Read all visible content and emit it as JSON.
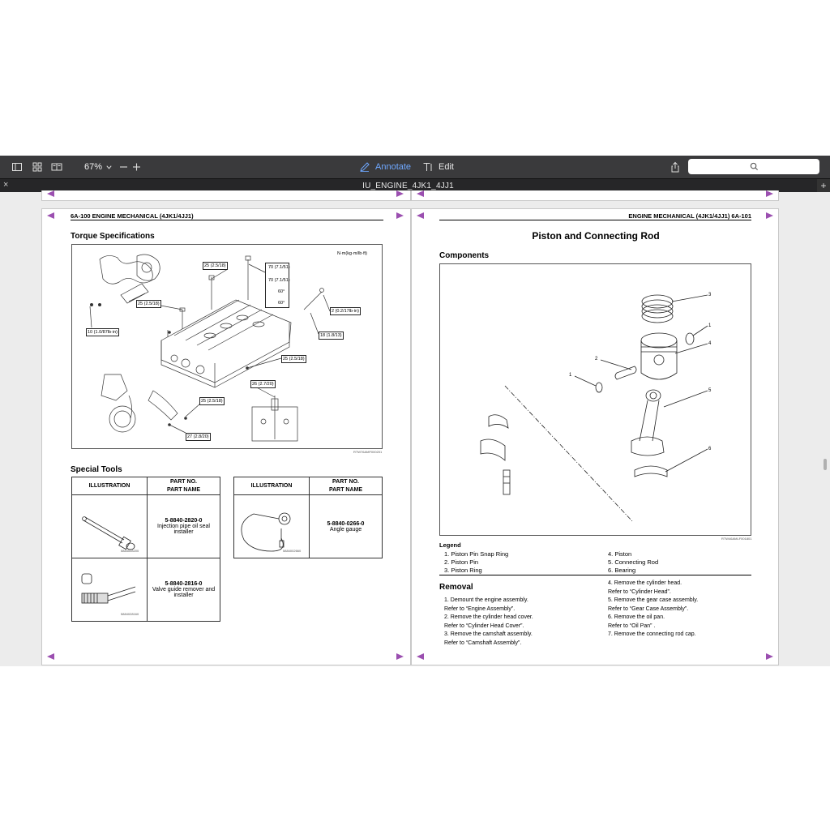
{
  "toolbar": {
    "zoom": "67%",
    "annotate_label": "Annotate",
    "edit_label": "Edit",
    "search_placeholder": ""
  },
  "tab": {
    "title": "IU_ENGINE_4JK1_4JJ1",
    "close_glyph": "×",
    "add_glyph": "+"
  },
  "left_page": {
    "header": "6A-100  ENGINE MECHANICAL (4JK1/4JJ1)",
    "torque_title": "Torque Specifications",
    "unit_label": "N·m(kg·m/lb·ft)",
    "callouts": {
      "c1": "25 (2.5/18)",
      "c2": "70 (7.1/51)",
      "c2b": "70 (7.1/51)",
      "c2c": "60°",
      "c2d": "60°",
      "c3": "25 (2.5/18)",
      "c4": "2 (0.2/17lb·in)",
      "c5": "10 (1.0/87lb·in)",
      "c6": "18 (1.8/13)",
      "c7": "25 (2.5/18)",
      "c8": "26 (2.7/20)",
      "c9": "25 (2.5/18)",
      "c10": "27 (2.8/20)"
    },
    "fig_id": "RTW76AMF000201",
    "special_tools_title": "Special Tools",
    "col_illustration": "ILLUSTRATION",
    "col_part_no": "PART NO.",
    "col_part_name": "PART NAME",
    "tools": [
      {
        "part_no": "5-8840-2820-0",
        "name": "Injection pipe oil seal installer",
        "img_id": "5884028200"
      },
      {
        "part_no": "5-8840-2816-0",
        "name": "Valve guide remover and installer",
        "img_id": "5884028160"
      },
      {
        "part_no": "5-8840-0266-0",
        "name": "Angle gauge",
        "img_id": "5884002660"
      }
    ]
  },
  "right_page": {
    "header": "ENGINE MECHANICAL (4JK1/4JJ1)  6A-101",
    "title": "Piston and Connecting Rod",
    "components_title": "Components",
    "fig_id": "RTW46AMLF001801",
    "part_numbers": [
      "1",
      "2",
      "3",
      "4",
      "5",
      "6",
      "1"
    ],
    "legend_title": "Legend",
    "legend": [
      "1.   Piston Pin Snap Ring",
      "2.   Piston Pin",
      "3.   Piston Ring",
      "4.   Piston",
      "5.   Connecting Rod",
      "6.   Bearing"
    ],
    "removal_title": "Removal",
    "steps_left": [
      "1.   Demount the engine assembly.",
      "      Refer to “Engine Assembly”.",
      "2.   Remove the cylinder head cover.",
      "      Refer to “Cylinder Head Cover”.",
      "3.   Remove the camshaft assembly.",
      "      Refer to “Camshaft Assembly”."
    ],
    "steps_right": [
      "4.   Remove the cylinder head.",
      "      Refer to “Cylinder Head”.",
      "5.   Remove the gear case assembly.",
      "      Refer to “Gear Case Assembly”.",
      "6.   Remove the oil pan.",
      "      Refer to “Oil Pan” .",
      "7.   Remove the connecting rod cap."
    ]
  },
  "colors": {
    "toolbar_bg": "#3a3a3c",
    "accent": "#6fa8ff",
    "nav_arrow": "#9b4fb0"
  }
}
